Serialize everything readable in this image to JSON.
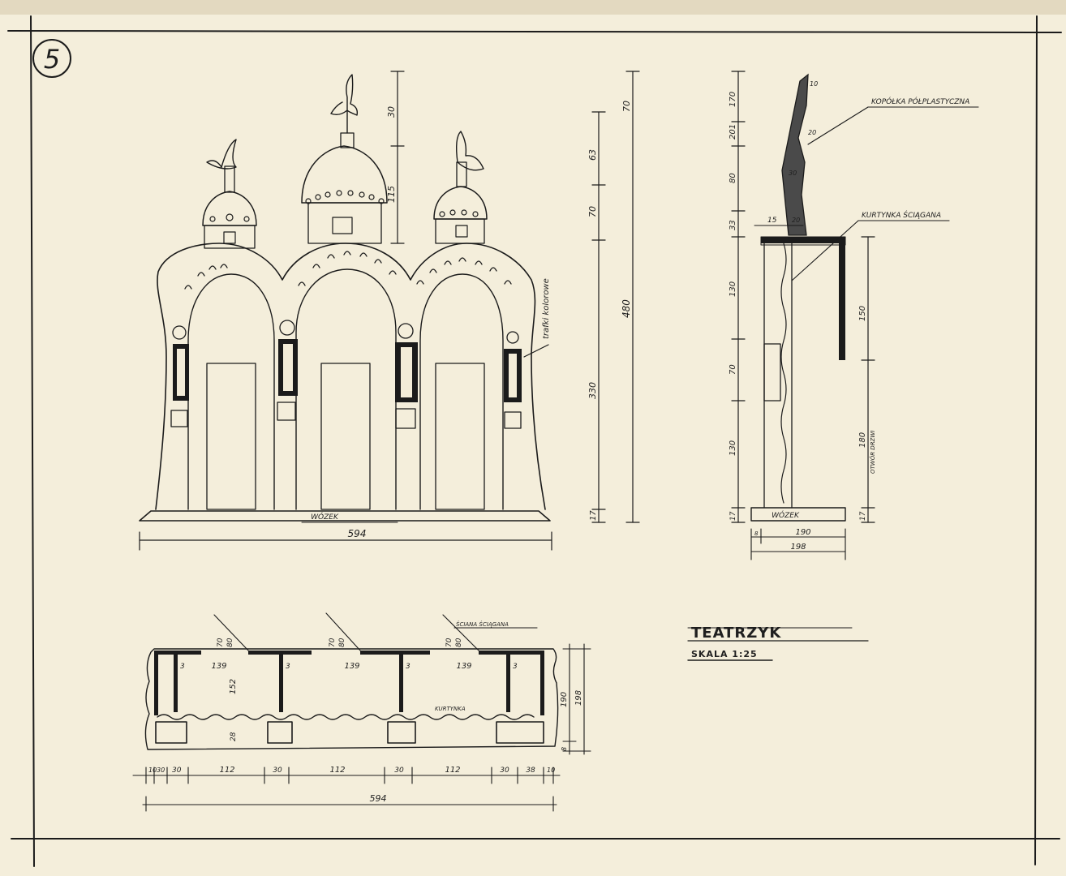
{
  "sheet": {
    "number": "5",
    "title": "TEATRZYK",
    "scale": "SKALA 1:25"
  },
  "front_elevation": {
    "ornament_label": "trafki kolorowe",
    "cart_label": "WÓZEK",
    "width": "594",
    "dims": {
      "top_spire": "30",
      "dome": "115",
      "dome_outer": "70",
      "mid_a": "63",
      "mid_b": "70",
      "total_height": "480",
      "arch_height": "330",
      "cart_height": "17"
    }
  },
  "side_section": {
    "label_top": "KOPÓŁKA PÓŁPLASTYCZNA",
    "label_curtain": "KURTYNKA ŚCIĄGANA",
    "cart_label": "WÓZEK",
    "door_opening": "OTWÓR DRZWI",
    "dims": {
      "spire_top": "10",
      "spire_a": "170",
      "spire_b": "20",
      "spire_c": "201",
      "spire_d": "80",
      "spire_e": "30",
      "spire_f": "33",
      "spire_g": "20",
      "offset": "15",
      "upper": "130",
      "side_150": "150",
      "mid": "70",
      "lower": "130",
      "door": "180",
      "cart": "17",
      "cart_r": "17",
      "depth_a": "190",
      "depth_b": "198",
      "small": "8"
    }
  },
  "plan": {
    "label_wall": "ŚCIANA ŚCIĄGANA",
    "label_curtain": "KURTYNKA",
    "top_dims": [
      "70",
      "80",
      "70",
      "80",
      "70",
      "80"
    ],
    "spans": [
      "139",
      "139",
      "139"
    ],
    "posts": [
      "3",
      "3",
      "3",
      "3"
    ],
    "inner": "152",
    "depth_lower": "28",
    "right_a": "190",
    "right_b": "198",
    "right_c": "8",
    "bottom_dims": [
      "10",
      "30",
      "30",
      "112",
      "30",
      "112",
      "30",
      "112",
      "30",
      "38",
      "10"
    ],
    "total": "594"
  }
}
